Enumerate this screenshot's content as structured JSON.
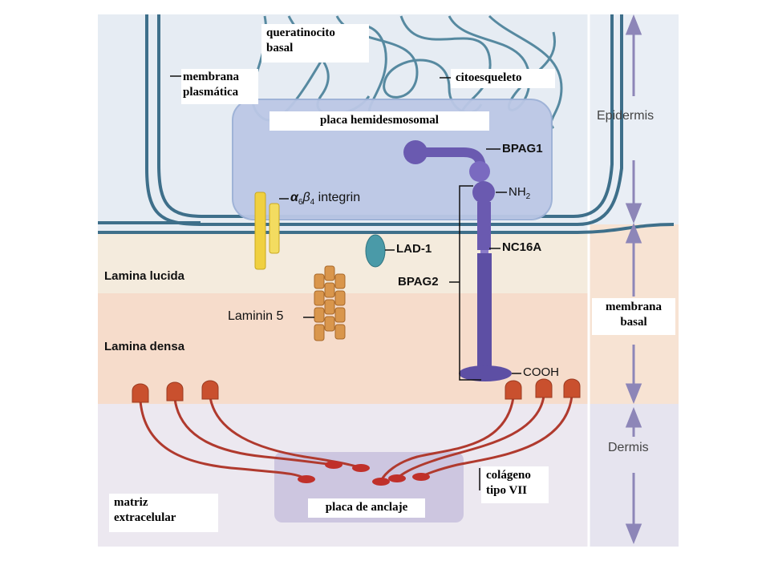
{
  "regions": {
    "epidermis": "Epidermis",
    "dermis": "Dermis",
    "membrana_basal": [
      "membrana",
      "basal"
    ]
  },
  "labels": {
    "queratinocito": [
      "queratinocito",
      "basal"
    ],
    "membrana_plasmatica": [
      "membrana",
      "plasmática"
    ],
    "citoesqueleto": "citoesqueleto",
    "placa_hemidesmosomal": "placa hemidesmosomal",
    "bpag1": "BPAG1",
    "nh2": "NH",
    "nh2_sub": "2",
    "integrin_alpha": "α",
    "integrin_alpha_sub": "6",
    "integrin_beta": "β",
    "integrin_beta_sub": "4",
    "integrin_word": " integrin",
    "lad1": "LAD-1",
    "nc16a": "NC16A",
    "bpag2": "BPAG2",
    "lamina_lucida": "Lamina lucida",
    "laminin5": "Laminin 5",
    "lamina_densa": "Lamina densa",
    "cooh": "COOH",
    "colageno": [
      "colágeno",
      "tipo VII"
    ],
    "matriz": [
      "matriz",
      "extracelular"
    ],
    "placa_anclaje": "placa de anclaje"
  },
  "colors": {
    "cell_interior": "#e6ecf3",
    "membrane": "#3e6f8a",
    "plaque": "#bcc8e6",
    "lucida": "#f4ebdd",
    "densa": "#f6dccb",
    "dermis": "#ece8f0",
    "bpag": "#6a5ab0",
    "collagen": "#b03a2e",
    "integrin": "#f0d040",
    "lad1": "#4a9aa8",
    "laminin": "#d9964c"
  }
}
